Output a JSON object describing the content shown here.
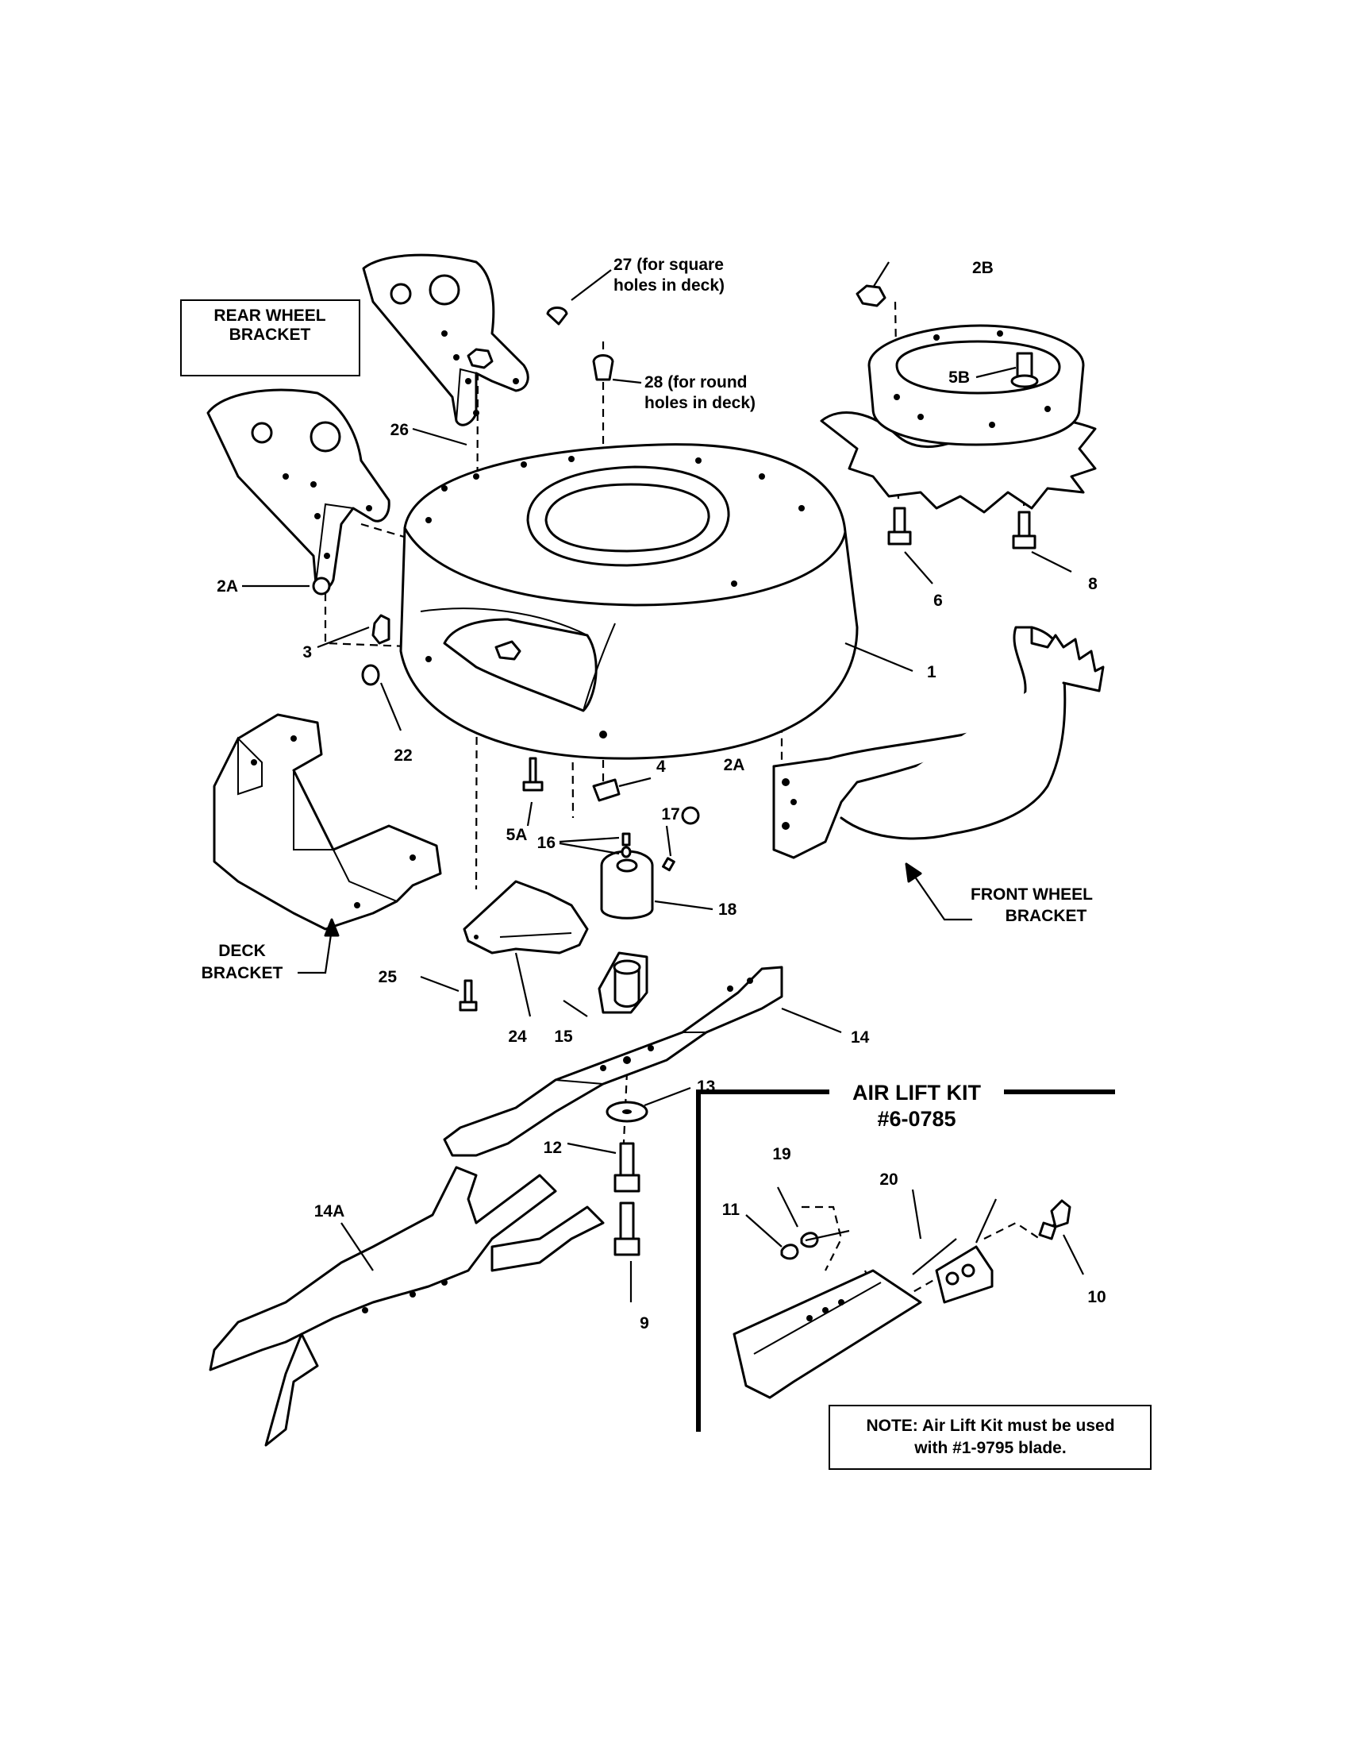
{
  "labels": {
    "rear_wheel_bracket": [
      "REAR WHEEL",
      "BRACKET"
    ],
    "front_wheel_bracket": [
      "FRONT WHEEL",
      "BRACKET"
    ],
    "deck_bracket": [
      "DECK",
      "BRACKET"
    ],
    "air_lift_kit": [
      "AIR LIFT KIT",
      "#6-0785"
    ],
    "note": [
      "NOTE: Air Lift Kit must be used",
      "with #1-9795 blade."
    ]
  },
  "callouts": {
    "p1": "1",
    "p2A_upper": "2A",
    "p2A_lower": "2A",
    "p2B": "2B",
    "p3": "3",
    "p4": "4",
    "p5A": "5A",
    "p5B": "5B",
    "p6": "6",
    "p8": "8",
    "p9": "9",
    "p10": "10",
    "p11": "11",
    "p12": "12",
    "p13": "13",
    "p14": "14",
    "p14A": "14A",
    "p15": "15",
    "p16": "16",
    "p17": "17",
    "p18": "18",
    "p19": "19",
    "p20": "20",
    "p22": "22",
    "p24": "24",
    "p25": "25",
    "p26": "26",
    "p27": [
      "27 (for square",
      "holes in deck)"
    ],
    "p28": [
      "28 (for round",
      "holes in deck)"
    ]
  }
}
